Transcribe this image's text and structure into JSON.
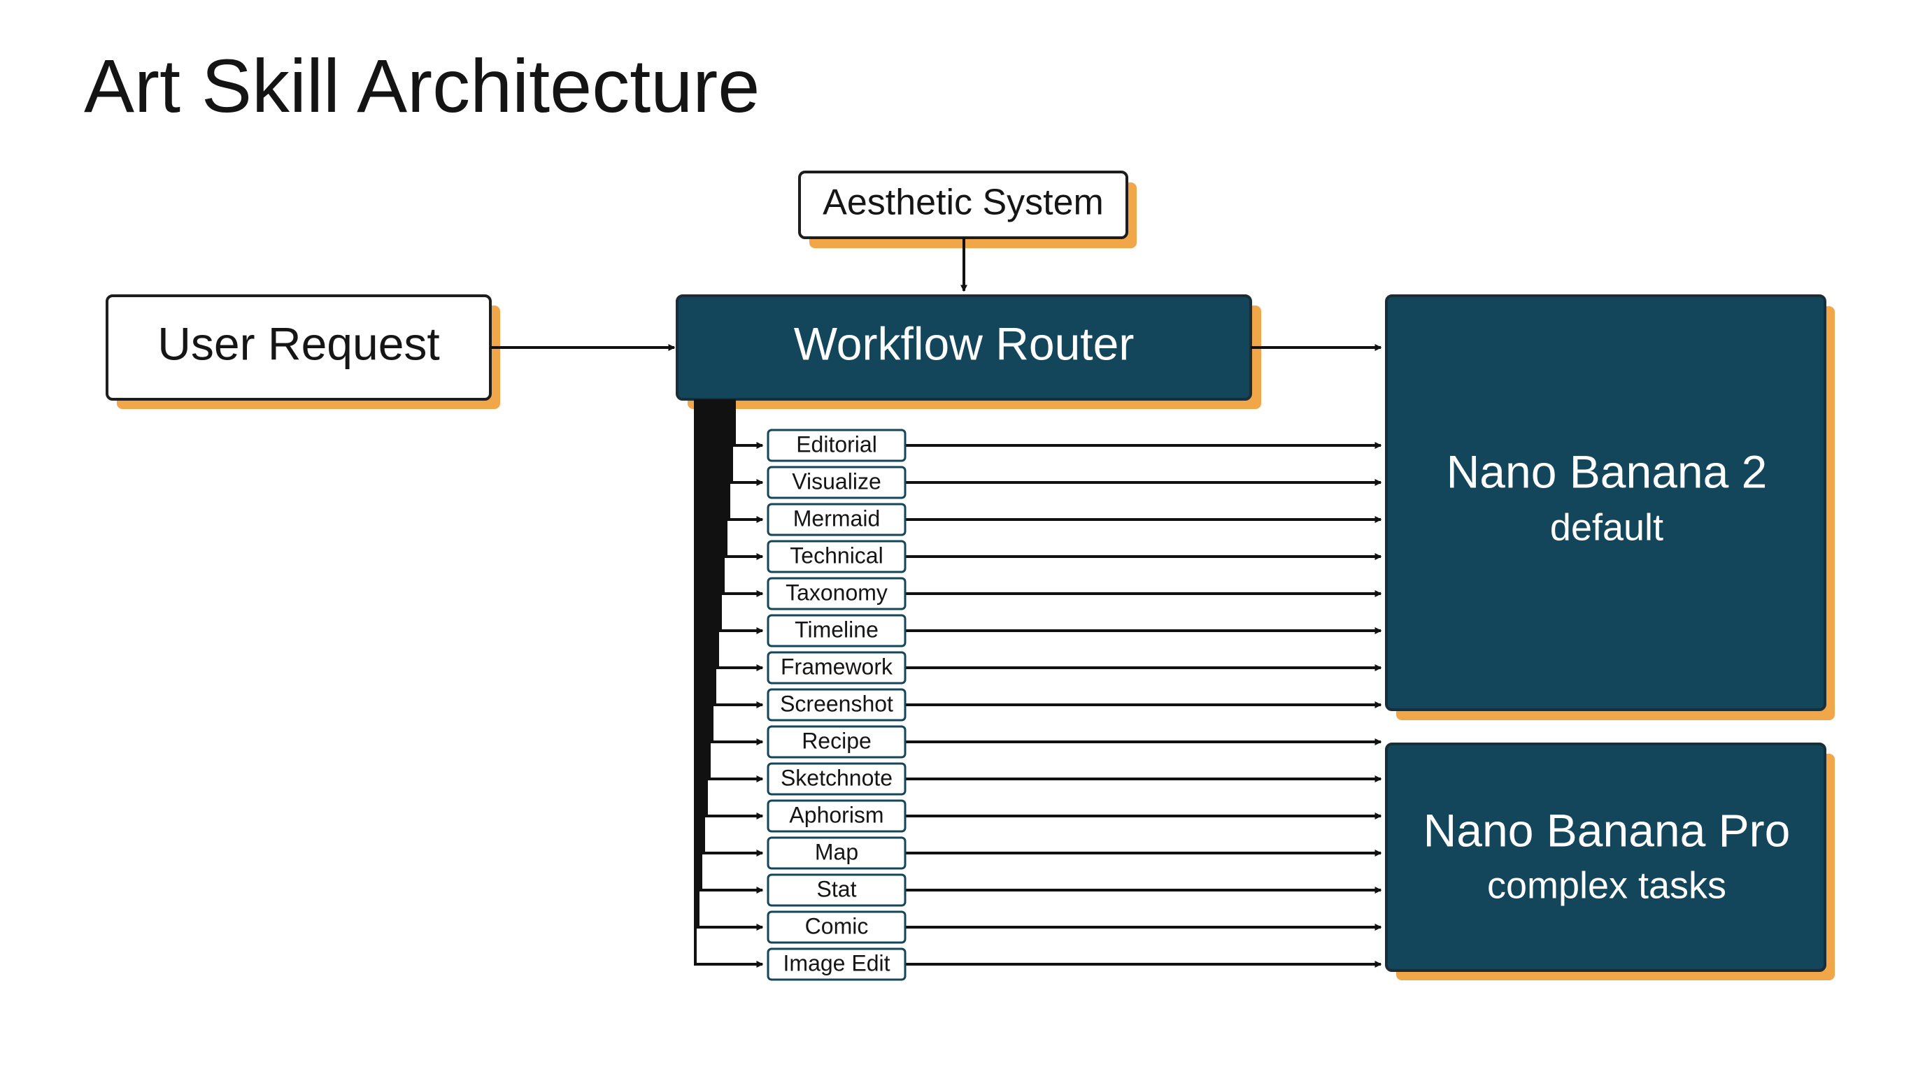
{
  "title": "Art Skill Architecture",
  "nodes": {
    "aesthetic": "Aesthetic System",
    "user_request": "User Request",
    "router": "Workflow Router",
    "model_default": {
      "name": "Nano Banana 2",
      "note": "default"
    },
    "model_pro": {
      "name": "Nano Banana Pro",
      "note": "complex tasks"
    }
  },
  "workflows": [
    "Editorial",
    "Visualize",
    "Mermaid",
    "Technical",
    "Taxonomy",
    "Timeline",
    "Framework",
    "Screenshot",
    "Recipe",
    "Sketchnote",
    "Aphorism",
    "Map",
    "Stat",
    "Comic",
    "Image Edit"
  ],
  "colors": {
    "box_fill": "#13465a",
    "shadow": "#f2a64a",
    "text_dark": "#151515",
    "text_light": "#ffffff"
  }
}
